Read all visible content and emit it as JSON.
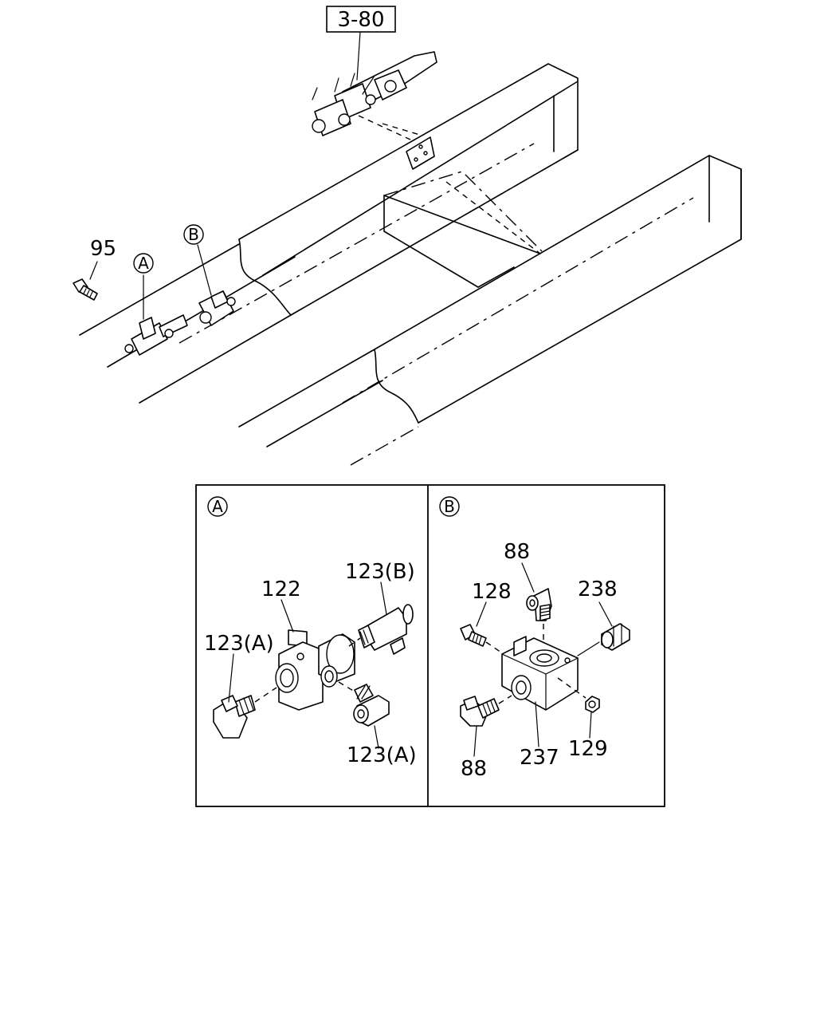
{
  "overview": {
    "ref_box": "3-80",
    "callout_95": "95",
    "callout_a": "A",
    "callout_b": "B"
  },
  "detail_a": {
    "title": "A",
    "labels": {
      "p122": "122",
      "p123b": "123(B)",
      "p123a_left": "123(A)",
      "p123a_bottom": "123(A)"
    }
  },
  "detail_b": {
    "title": "B",
    "labels": {
      "p88_top": "88",
      "p128": "128",
      "p238": "238",
      "p88_bottom": "88",
      "p237": "237",
      "p129": "129"
    }
  }
}
